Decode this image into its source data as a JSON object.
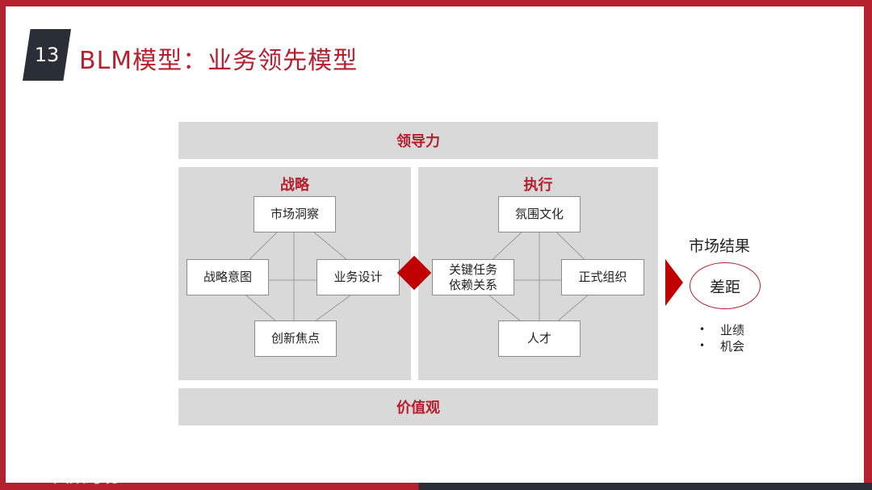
{
  "slide": {
    "number": "13",
    "title": "BLM模型：业务领先模型"
  },
  "diagram": {
    "top_band": "领导力",
    "bottom_band": "价值观",
    "strategy": {
      "title": "战略",
      "nodes": {
        "top": "市场洞察",
        "left": "战略意图",
        "right": "业务设计",
        "bottom": "创新焦点"
      }
    },
    "execution": {
      "title": "执行",
      "nodes": {
        "top": "氛围文化",
        "left_line1": "关键任务",
        "left_line2": "依赖关系",
        "right": "正式组织",
        "bottom": "人才"
      }
    },
    "result": {
      "title": "市场结果",
      "gap": "差距",
      "bullets": [
        "业绩",
        "机会"
      ]
    }
  },
  "watermark": "大数跨境",
  "colors": {
    "accent": "#b5202e",
    "dark": "#2a2e37",
    "panel": "#d9d9d9",
    "connector": "#c00000"
  }
}
